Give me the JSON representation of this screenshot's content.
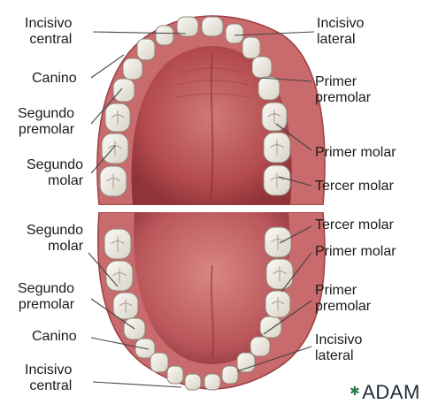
{
  "upper_left": {
    "central_incisor": "Incisivo\ncentral",
    "canine": "Canino",
    "second_premolar": "Segundo\npremolar",
    "second_molar": "Segundo\nmolar"
  },
  "upper_right": {
    "lateral_incisor": "Incisivo\nlateral",
    "first_premolar": "Primer\npremolar",
    "first_molar": "Primer molar",
    "third_molar": "Tercer molar"
  },
  "lower_left": {
    "second_molar": "Segundo\nmolar",
    "second_premolar": "Segundo\npremolar",
    "canine": "Canino",
    "central_incisor": "Incisivo\ncentral"
  },
  "lower_right": {
    "third_molar": "Tercer molar",
    "first_molar": "Primer molar",
    "first_premolar": "Primer\npremolar",
    "lateral_incisor": "Incisivo\nlateral"
  },
  "logo": {
    "text": "ADAM",
    "icon": "adam-star-icon"
  },
  "colors": {
    "gum": "#c4646a",
    "palate": "#b34a4e",
    "tooth": "#f2f0ea",
    "label_text": "#1a1a1a",
    "leader_line": "#444444"
  }
}
